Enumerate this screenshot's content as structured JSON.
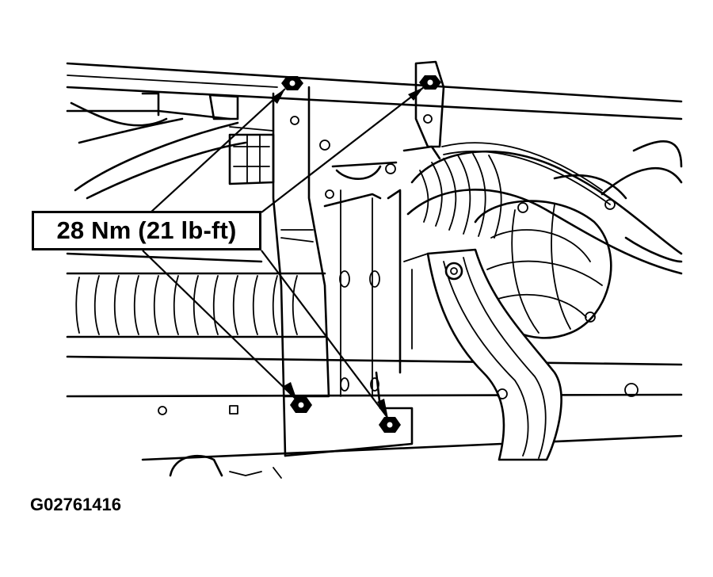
{
  "callout": {
    "torque_label": "28 Nm (21 lb-ft)"
  },
  "figure": {
    "id": "G02761416"
  },
  "fasteners": [
    {
      "name": "nut-upper-left"
    },
    {
      "name": "nut-upper-right"
    },
    {
      "name": "nut-lower-left"
    },
    {
      "name": "nut-lower-right"
    }
  ],
  "colors": {
    "line": "#000000",
    "background": "#ffffff"
  }
}
